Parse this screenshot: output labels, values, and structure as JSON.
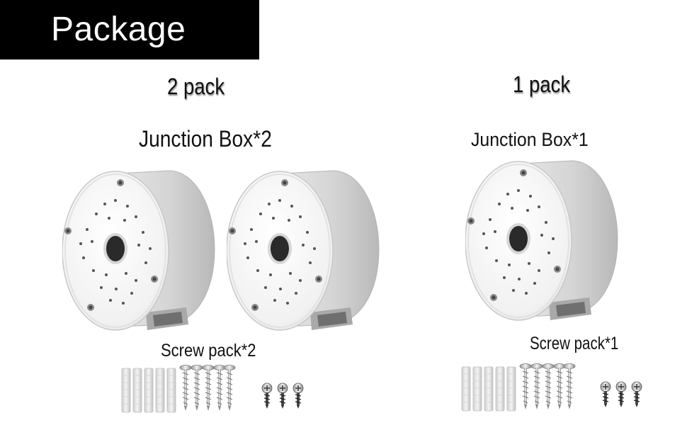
{
  "banner": {
    "title": "Package"
  },
  "left_group": {
    "pack_label": "2 pack",
    "item_label": "Junction Box*2",
    "screw_label": "Screw pack*2"
  },
  "right_group": {
    "pack_label": "1 pack",
    "item_label": "Junction Box*1",
    "screw_label": "Screw pack*1"
  },
  "colors": {
    "banner_bg": "#000000",
    "banner_text": "#ffffff",
    "box_face": "#f7f7f7",
    "box_shade": "#c9c9c9"
  }
}
